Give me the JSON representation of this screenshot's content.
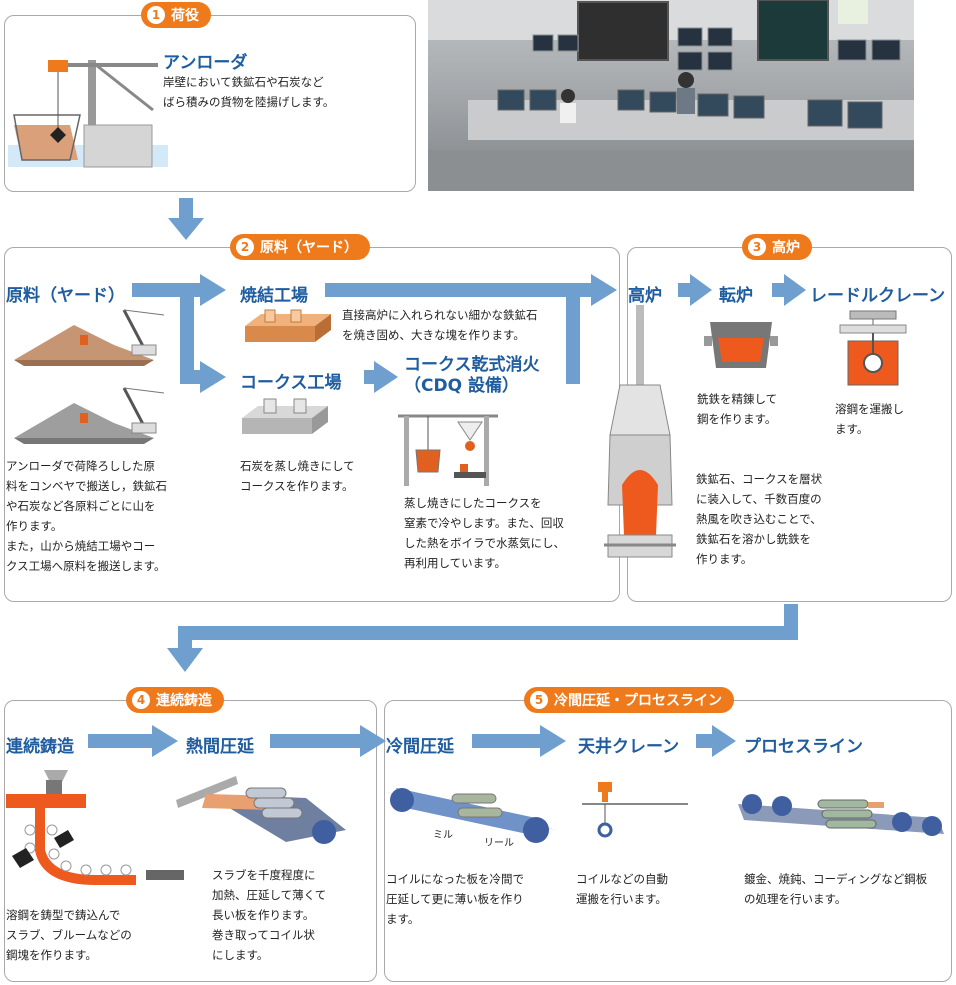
{
  "sections": {
    "s1": {
      "num": "1",
      "label": "荷役"
    },
    "s2": {
      "num": "2",
      "label": "原料（ヤード）"
    },
    "s3": {
      "num": "3",
      "label": "高炉"
    },
    "s4": {
      "num": "4",
      "label": "連続鋳造"
    },
    "s5": {
      "num": "5",
      "label": "冷間圧延・プロセスライン"
    }
  },
  "unloader": {
    "title": "アンローダ",
    "desc_lines": [
      "岸壁において鉄鉱石や石炭など",
      "ばら積みの貨物を陸揚げします。"
    ]
  },
  "yard": {
    "title": "原料（ヤード）",
    "desc_lines": [
      "アンローダで荷降ろしした原",
      "料をコンベヤで搬送し，鉄鉱石",
      "や石炭など各原料ごとに山を",
      "作ります。",
      "また，山から焼結工場やコー",
      "クス工場へ原料を搬送します。"
    ]
  },
  "sinter": {
    "title": "焼結工場",
    "desc_lines": [
      "直接高炉に入れられない細かな鉄鉱石",
      "を焼き固め、大きな塊を作ります。"
    ]
  },
  "coke": {
    "title": "コークス工場",
    "desc_lines": [
      "石炭を蒸し焼きにして",
      "コークスを作ります。"
    ]
  },
  "cdq": {
    "title_lines": [
      "コークス乾式消火",
      "（CDQ 設備）"
    ],
    "desc_lines": [
      "蒸し焼きにしたコークスを",
      "窒素で冷やします。また、回収",
      "した熱をボイラで水蒸気にし、",
      "再利用しています。"
    ]
  },
  "blast": {
    "title": "高炉",
    "desc_lines": [
      "鉄鉱石、コークスを層状",
      "に装入して、千数百度の",
      "熱風を吹き込むことで、",
      "鉄鉱石を溶かし銑鉄を",
      "作ります。"
    ]
  },
  "converter": {
    "title": "転炉",
    "desc_lines": [
      "銑鉄を精錬して",
      "鋼を作ります。"
    ]
  },
  "ladle": {
    "title": "レードルクレーン",
    "desc_lines": [
      "溶鋼を運搬し",
      "ます。"
    ]
  },
  "ccast": {
    "title": "連続鋳造",
    "desc_lines": [
      "溶鋼を鋳型で鋳込んで",
      "スラブ、ブルームなどの",
      "鋼塊を作ります。"
    ]
  },
  "hot": {
    "title": "熱間圧延",
    "desc_lines": [
      "スラブを千度程度に",
      "加熱、圧延して薄くて",
      "長い板を作ります。",
      "巻き取ってコイル状",
      "にします。"
    ]
  },
  "cold": {
    "title": "冷間圧延",
    "desc_lines": [
      "コイルになった板を冷間で",
      "圧延して更に薄い板を作り",
      "ます。"
    ],
    "label_mill": "ミル",
    "label_reel": "リール"
  },
  "crane": {
    "title": "天井クレーン",
    "desc_lines": [
      "コイルなどの自動",
      "運搬を行います。"
    ]
  },
  "process": {
    "title": "プロセスライン",
    "desc_lines": [
      "鍍金、焼鈍、コーディングなど鋼板",
      "の処理を行います。"
    ]
  },
  "colors": {
    "accent": "#ee7a1b",
    "heading": "#1f5da0",
    "arrow": "#6f9fcf",
    "border": "#a9a9a9"
  }
}
